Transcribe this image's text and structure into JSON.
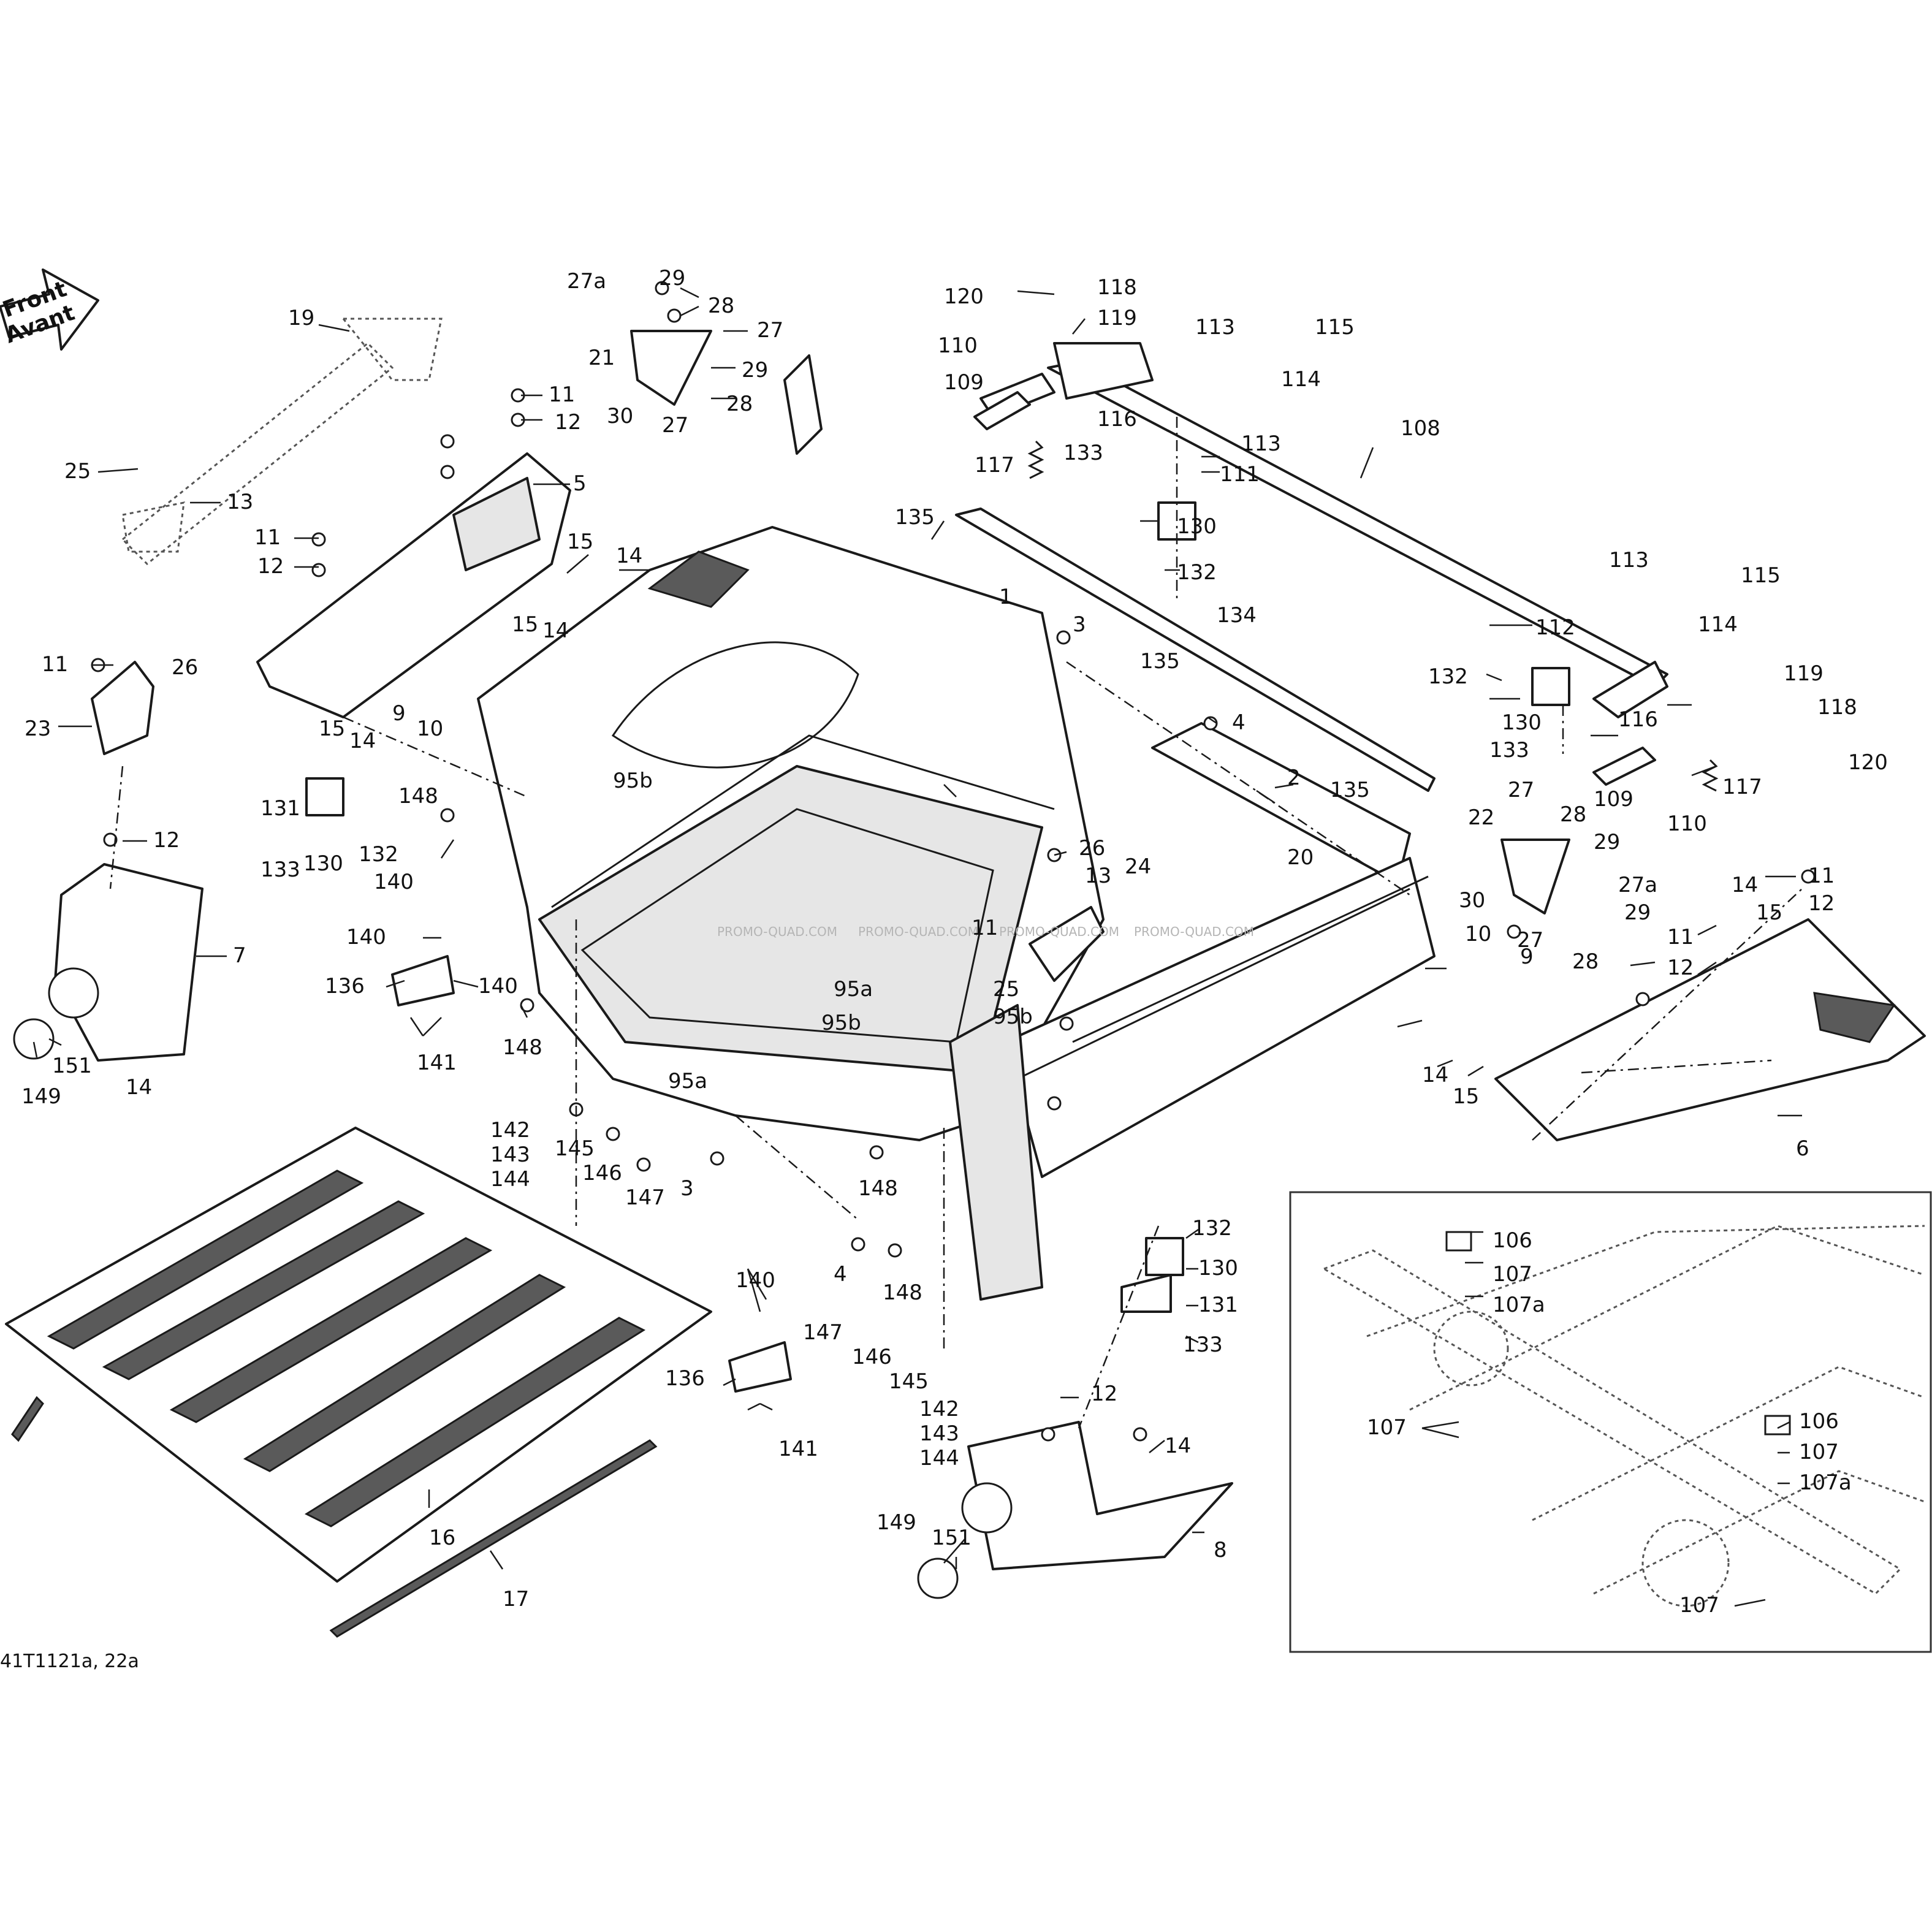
{
  "orientation_arrow": {
    "line1": "Front",
    "line2": "Avant"
  },
  "drawing_ref": "41T1121a, 22a",
  "watermark": "PROMO-QUAD.COM",
  "callouts": {
    "c1": "1",
    "c2": "2",
    "c3": "3",
    "c4": "4",
    "c5": "5",
    "c6": "6",
    "c7": "7",
    "c8": "8",
    "c9": "9",
    "c10": "10",
    "c11": "11",
    "c12": "12",
    "c13": "13",
    "c14": "14",
    "c15": "15",
    "c16": "16",
    "c17": "17",
    "c19": "19",
    "c20": "20",
    "c21": "21",
    "c22": "22",
    "c23": "23",
    "c24": "24",
    "c25": "25",
    "c26": "26",
    "c27": "27",
    "c27a": "27a",
    "c28": "28",
    "c29": "29",
    "c30": "30",
    "c95a": "95a",
    "c95b": "95b",
    "c106": "106",
    "c107": "107",
    "c107a": "107a",
    "c108": "108",
    "c109": "109",
    "c110": "110",
    "c111": "111",
    "c112": "112",
    "c113": "113",
    "c114": "114",
    "c115": "115",
    "c116": "116",
    "c117": "117",
    "c118": "118",
    "c119": "119",
    "c120": "120",
    "c130": "130",
    "c131": "131",
    "c132": "132",
    "c133": "133",
    "c134": "134",
    "c135": "135",
    "c136": "136",
    "c140": "140",
    "c141": "141",
    "c142": "142",
    "c143": "143",
    "c144": "144",
    "c145": "145",
    "c146": "146",
    "c147": "147",
    "c148": "148",
    "c149": "149",
    "c151": "151"
  }
}
